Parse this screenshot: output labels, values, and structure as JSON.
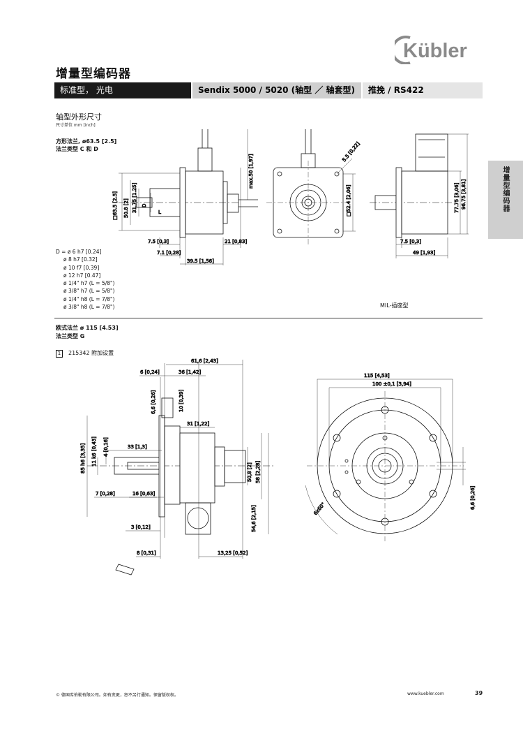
{
  "brand": {
    "logo_text": "Kübler"
  },
  "page_title": "增量型编码器",
  "header_bar": {
    "category": "标准型， 光电",
    "model": "Sendix 5000 / 5020 (轴型 ／ 轴套型)",
    "interface": "推挽 / RS422"
  },
  "side_tab": "增量型编码器",
  "section1": {
    "title": "轴型外形尺寸",
    "units": "尺寸单位 mm [inch]",
    "flange1_line1": "方形法兰, ø63.5 [2.5]",
    "flange1_line2": "法兰类型 C 和 D",
    "shaft_options": [
      "D = ø 6 h7 [0.24]",
      "ø 8 h7 [0.32]",
      "ø 10 f7 [0.39]",
      "ø 12 h7 [0.47]",
      "ø 1/4\" h7 (L = 5/8\")",
      "ø 3/8\" h7 (L = 5/8\")",
      "ø 1/4\" h8 (L = 7/8\")",
      "ø 3/8\" h8 (L = 7/8\")"
    ],
    "mil_label": "MIL-插座型"
  },
  "section2": {
    "flange2_line1": "欧式法兰 ø 115    [4.53]",
    "flange2_line2": "法兰类型 G",
    "note_number": "1",
    "note_text": "215342 附加设置"
  },
  "dims_top": {
    "d1": "7.5 [0,3]",
    "d2": "7.1 [0,28]",
    "d3": "39.5 [1,56]",
    "d4": "21 [0,83]",
    "d5": "max.50 [1,97]",
    "d6": "□63.5 [2.5]",
    "d7": "50.8 [2]",
    "d8": "31.75 [1.25]",
    "d9": "D",
    "d10": "L",
    "d11": "5.5 [0,22]",
    "d12": "□52.4 [2,06]",
    "d13": "77.75 [3,06]",
    "d14": "96.75 [3,81]",
    "d15": "7.5 [0,3]",
    "d16": "49 [1,93]"
  },
  "dims_bottom": {
    "a1": "61,6 [2,43]",
    "a2": "6 [0,24]",
    "a3": "36 [1,42]",
    "a4": "6,6 [0,26]",
    "a5": "10 [0,39]",
    "a6": "31 [1,22]",
    "a7": "33 [1,3]",
    "a8": "4 [0,16]",
    "a9": "11 k6 [0,43]",
    "a10": "85 h6 [3,35]",
    "a11": "7 [0,28]",
    "a12": "16 [0,63]",
    "a13": "50,8 [2]",
    "a14": "58 [2,28]",
    "a15": "54,6 [2,15]",
    "a16": "3 [0,12]",
    "a17": "8 [0,31]",
    "a18": "13,25 [0,52]",
    "a19": "115 [4,53]",
    "a20": "100 ±0,1 [3,94]",
    "a21": "6x60°",
    "a22": "6,6 [0,26]"
  },
  "footer": {
    "copyright": "© 德国库伯勒有限公司。如有变更，恕不另行通知。保留版权权。",
    "website": "www.kuebler.com",
    "page_number": "39"
  }
}
